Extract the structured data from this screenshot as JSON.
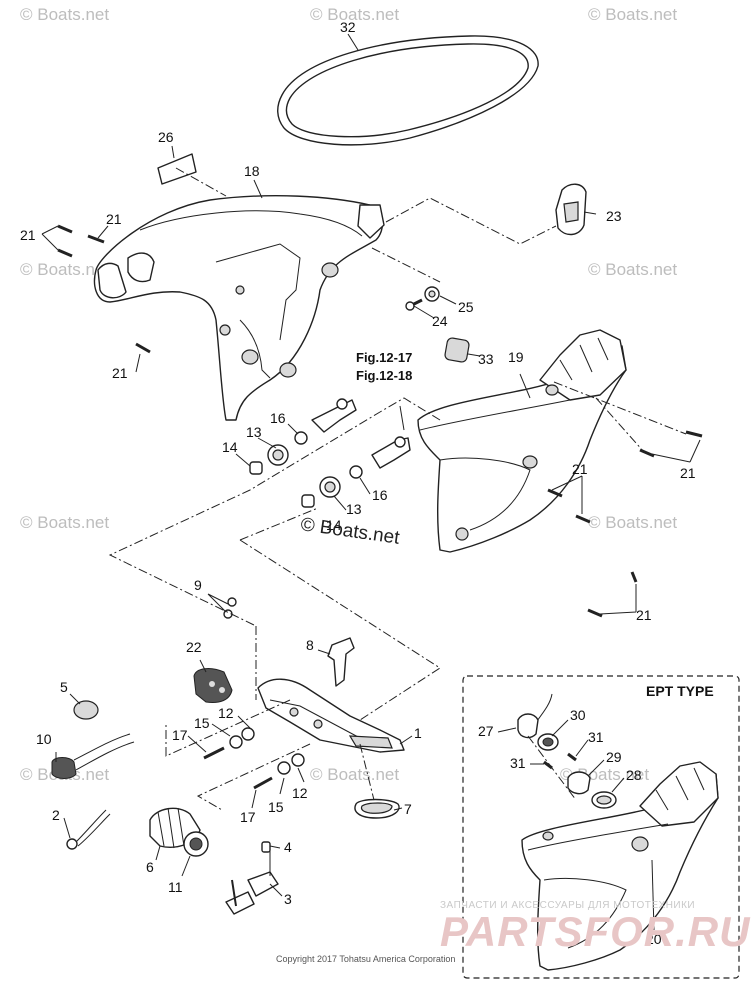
{
  "watermark_text": "© Boats.net",
  "center_watermark_text": "© Boats.net",
  "figure_refs": [
    "Fig.12-17",
    "Fig.12-18"
  ],
  "ept_title": "EPT TYPE",
  "copyright": "Copyright 2017 Tohatsu America Corporation",
  "overlay_watermark": {
    "line1": "ЗАПЧАСТИ И АКСЕССУАРЫ ДЛЯ МОТОТЕХНИКИ",
    "line2": "PARTSFOR.RU"
  },
  "callouts": [
    "32",
    "26",
    "18",
    "21",
    "21",
    "23",
    "25",
    "24",
    "33",
    "19",
    "21",
    "14",
    "13",
    "16",
    "16",
    "13",
    "14",
    "21",
    "21",
    "21",
    "9",
    "8",
    "22",
    "5",
    "12",
    "1",
    "10",
    "15",
    "17",
    "12",
    "15",
    "17",
    "7",
    "2",
    "6",
    "11",
    "4",
    "3",
    "27",
    "30",
    "31",
    "29",
    "31",
    "28",
    "20"
  ]
}
